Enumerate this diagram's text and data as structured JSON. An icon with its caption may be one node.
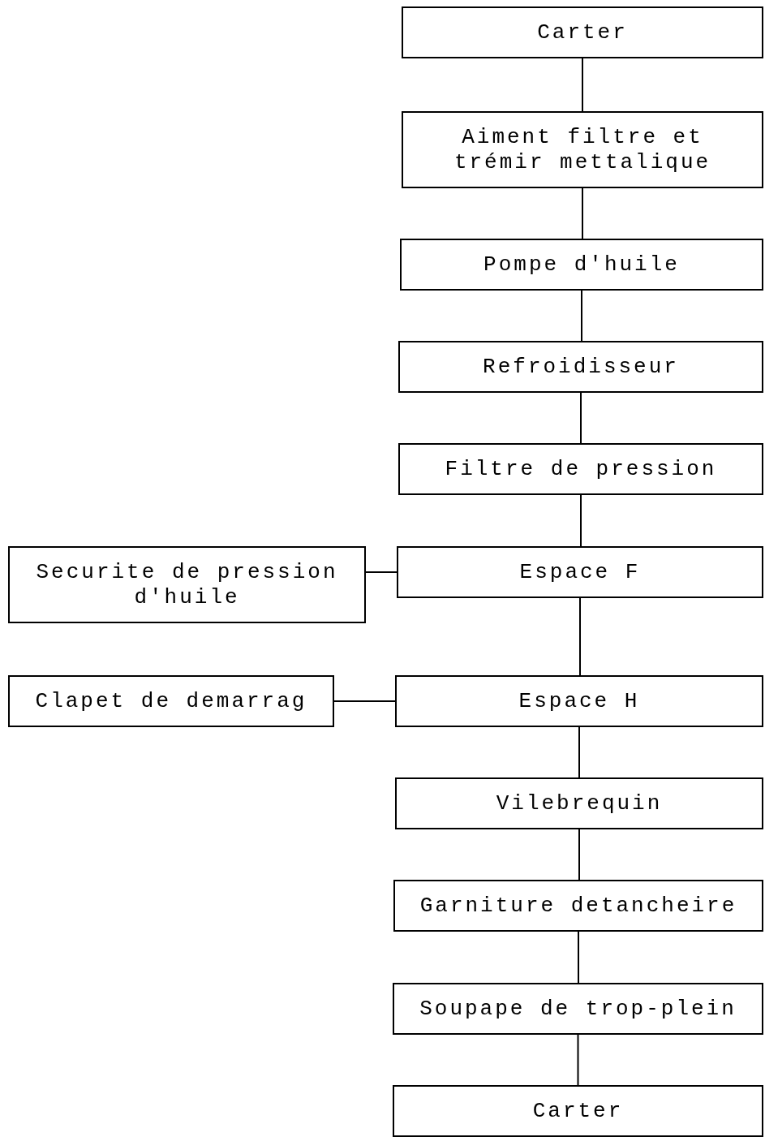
{
  "diagram": {
    "nodes": [
      {
        "text": [
          "Carter"
        ]
      },
      {
        "text": [
          "Aiment filtre et trémir mettalique"
        ]
      },
      {
        "text": [
          "Pompe d'huile"
        ]
      },
      {
        "text": [
          "Refroidisseur"
        ]
      },
      {
        "text": [
          "Filtre de pression"
        ]
      },
      {
        "text": [
          "Espace F"
        ]
      },
      {
        "text": [
          "Securite de pression d'huile"
        ]
      },
      {
        "text": [
          "Espace H"
        ]
      },
      {
        "text": [
          "Clapet de demarrag"
        ]
      },
      {
        "text": [
          "Vilebrequin"
        ]
      },
      {
        "text": [
          "Garniture detancheire"
        ]
      },
      {
        "text": [
          "Soupape de trop-plein"
        ]
      },
      {
        "text": [
          "Carter"
        ]
      }
    ],
    "edges": [
      {
        "from": 0,
        "to": 1,
        "arrow": "none"
      },
      {
        "from": 1,
        "to": 2,
        "arrow": "none"
      },
      {
        "from": 2,
        "to": 3,
        "arrow": "none"
      },
      {
        "from": 3,
        "to": 4,
        "arrow": "none"
      },
      {
        "from": 4,
        "to": 5,
        "arrow": "none"
      },
      {
        "from": 6,
        "to": 5,
        "arrow": "none"
      },
      {
        "from": 5,
        "to": 7,
        "arrow": "none"
      },
      {
        "from": 8,
        "to": 7,
        "arrow": "none"
      },
      {
        "from": 7,
        "to": 9,
        "arrow": "none"
      },
      {
        "from": 9,
        "to": 10,
        "arrow": "none"
      },
      {
        "from": 10,
        "to": 11,
        "arrow": "none"
      },
      {
        "from": 11,
        "to": 12,
        "arrow": "none"
      }
    ]
  }
}
